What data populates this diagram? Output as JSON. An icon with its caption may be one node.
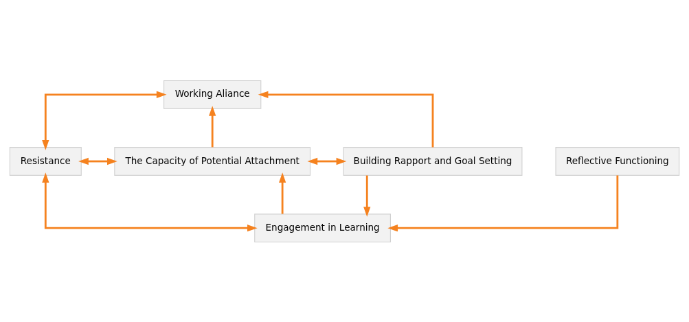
{
  "diagram": {
    "nodes": [
      {
        "text": [
          "Working Aliance"
        ]
      },
      {
        "text": [
          "Resistance"
        ]
      },
      {
        "text": [
          "The Capacity of Potential Attachment"
        ]
      },
      {
        "text": [
          "Building Rapport and Goal Setting"
        ]
      },
      {
        "text": [
          "Engagement in Learning"
        ]
      },
      {
        "text": [
          "Reflective Functioning"
        ]
      }
    ],
    "edges": [
      {
        "from": 0,
        "to": 1,
        "arrow": "both"
      },
      {
        "from": 3,
        "to": 0,
        "arrow": "to"
      },
      {
        "from": 2,
        "to": 0,
        "arrow": "to"
      },
      {
        "from": 1,
        "to": 2,
        "arrow": "both"
      },
      {
        "from": 2,
        "to": 3,
        "arrow": "both"
      },
      {
        "from": 4,
        "to": 2,
        "arrow": "to"
      },
      {
        "from": 4,
        "to": 1,
        "arrow": "both"
      },
      {
        "from": 3,
        "to": 4,
        "arrow": "to"
      },
      {
        "from": 5,
        "to": 4,
        "arrow": "to"
      }
    ]
  }
}
